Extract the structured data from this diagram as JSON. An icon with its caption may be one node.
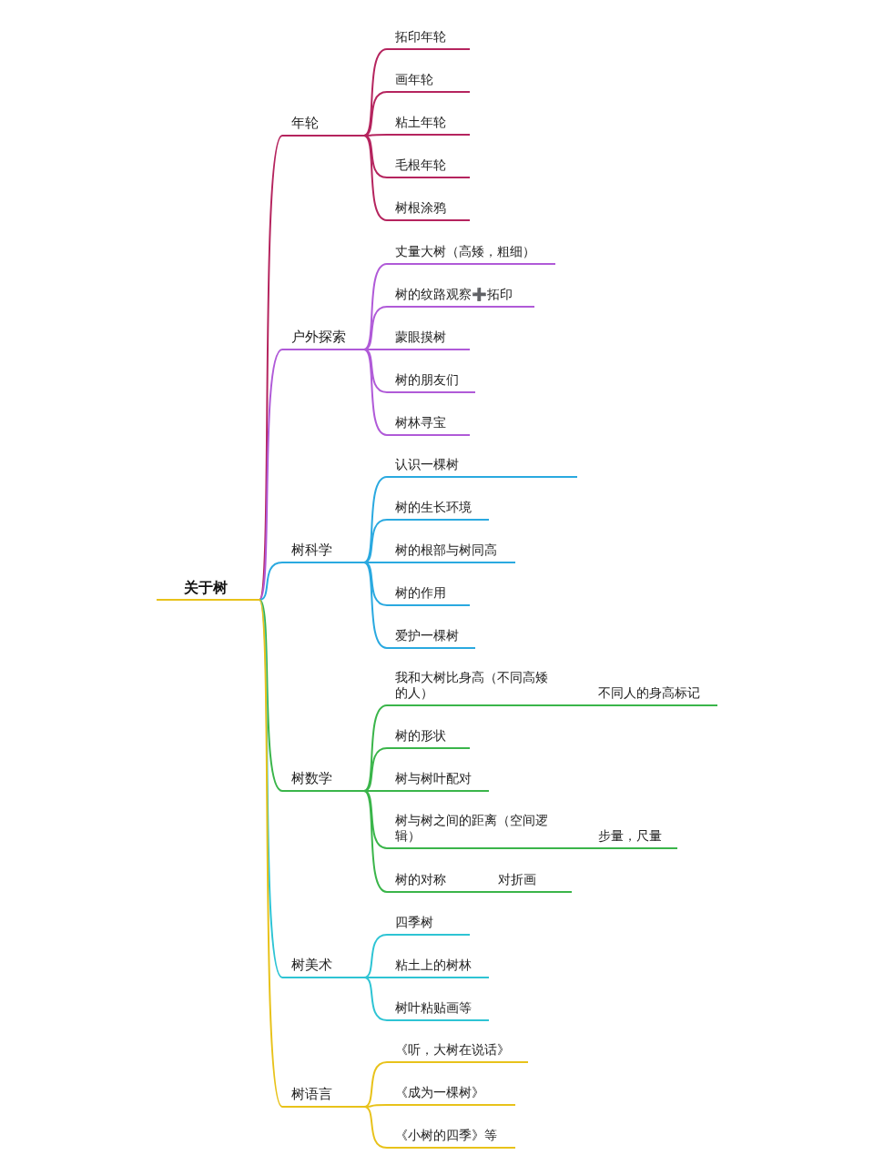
{
  "diagram": {
    "nodes": [
      {
        "text": [
          "关于树"
        ]
      },
      {
        "text": [
          "年轮"
        ]
      },
      {
        "text": [
          "拓印年轮"
        ]
      },
      {
        "text": [
          "画年轮"
        ]
      },
      {
        "text": [
          "粘土年轮"
        ]
      },
      {
        "text": [
          "毛根年轮"
        ]
      },
      {
        "text": [
          "树根涂鸦"
        ]
      },
      {
        "text": [
          "户外探索"
        ]
      },
      {
        "text": [
          "丈量大树（高矮，粗细）"
        ]
      },
      {
        "text": [
          "树的纹路观察➕拓印"
        ]
      },
      {
        "text": [
          "蒙眼摸树"
        ]
      },
      {
        "text": [
          "树的朋友们"
        ]
      },
      {
        "text": [
          "树林寻宝"
        ]
      },
      {
        "text": [
          "树科学"
        ]
      },
      {
        "text": [
          "认识一棵树"
        ]
      },
      {
        "text": [
          "树的生长环境"
        ]
      },
      {
        "text": [
          "树的根部与树同高"
        ]
      },
      {
        "text": [
          "树的作用"
        ]
      },
      {
        "text": [
          "爱护一棵树"
        ]
      },
      {
        "text": [
          "树数学"
        ]
      },
      {
        "text": [
          "我和大树比身高（不同高矮的人）",
          "不同人的身高标记"
        ]
      },
      {
        "text": [
          "树的形状"
        ]
      },
      {
        "text": [
          "树与树叶配对"
        ]
      },
      {
        "text": [
          "树与树之间的距离（空间逻辑）",
          "步量，尺量"
        ]
      },
      {
        "text": [
          "树的对称",
          "对折画"
        ]
      },
      {
        "text": [
          "树美术"
        ]
      },
      {
        "text": [
          "四季树"
        ]
      },
      {
        "text": [
          "粘土上的树林"
        ]
      },
      {
        "text": [
          "树叶粘贴画等"
        ]
      },
      {
        "text": [
          "树语言"
        ]
      },
      {
        "text": [
          "《听，大树在说话》"
        ]
      },
      {
        "text": [
          "《成为一棵树》"
        ]
      },
      {
        "text": [
          "《小树的四季》等"
        ]
      }
    ],
    "edges": [
      {
        "from": 0,
        "to": 1,
        "arrow": "none",
        "color": "#b5245e"
      },
      {
        "from": 1,
        "to": 2,
        "arrow": "none",
        "color": "#b5245e"
      },
      {
        "from": 1,
        "to": 3,
        "arrow": "none",
        "color": "#b5245e"
      },
      {
        "from": 1,
        "to": 4,
        "arrow": "none",
        "color": "#b5245e"
      },
      {
        "from": 1,
        "to": 5,
        "arrow": "none",
        "color": "#b5245e"
      },
      {
        "from": 1,
        "to": 6,
        "arrow": "none",
        "color": "#b5245e"
      },
      {
        "from": 0,
        "to": 7,
        "arrow": "none",
        "color": "#b05ad8"
      },
      {
        "from": 7,
        "to": 8,
        "arrow": "none",
        "color": "#b05ad8"
      },
      {
        "from": 7,
        "to": 9,
        "arrow": "none",
        "color": "#b05ad8"
      },
      {
        "from": 7,
        "to": 10,
        "arrow": "none",
        "color": "#b05ad8"
      },
      {
        "from": 7,
        "to": 11,
        "arrow": "none",
        "color": "#b05ad8"
      },
      {
        "from": 7,
        "to": 12,
        "arrow": "none",
        "color": "#b05ad8"
      },
      {
        "from": 0,
        "to": 13,
        "arrow": "none",
        "color": "#2aa9e0"
      },
      {
        "from": 13,
        "to": 14,
        "arrow": "none",
        "color": "#2aa9e0"
      },
      {
        "from": 13,
        "to": 15,
        "arrow": "none",
        "color": "#2aa9e0"
      },
      {
        "from": 13,
        "to": 16,
        "arrow": "none",
        "color": "#2aa9e0"
      },
      {
        "from": 13,
        "to": 17,
        "arrow": "none",
        "color": "#2aa9e0"
      },
      {
        "from": 13,
        "to": 18,
        "arrow": "none",
        "color": "#2aa9e0"
      },
      {
        "from": 0,
        "to": 19,
        "arrow": "none",
        "color": "#3ab54a"
      },
      {
        "from": 19,
        "to": 20,
        "arrow": "none",
        "color": "#3ab54a"
      },
      {
        "from": 19,
        "to": 21,
        "arrow": "none",
        "color": "#3ab54a"
      },
      {
        "from": 19,
        "to": 22,
        "arrow": "none",
        "color": "#3ab54a"
      },
      {
        "from": 19,
        "to": 23,
        "arrow": "none",
        "color": "#3ab54a"
      },
      {
        "from": 19,
        "to": 24,
        "arrow": "none",
        "color": "#3ab54a"
      },
      {
        "from": 0,
        "to": 25,
        "arrow": "none",
        "color": "#2ec4d4"
      },
      {
        "from": 25,
        "to": 26,
        "arrow": "none",
        "color": "#2ec4d4"
      },
      {
        "from": 25,
        "to": 27,
        "arrow": "none",
        "color": "#2ec4d4"
      },
      {
        "from": 25,
        "to": 28,
        "arrow": "none",
        "color": "#2ec4d4"
      },
      {
        "from": 0,
        "to": 29,
        "arrow": "none",
        "color": "#e8c21a"
      },
      {
        "from": 29,
        "to": 30,
        "arrow": "none",
        "color": "#e8c21a"
      },
      {
        "from": 29,
        "to": 31,
        "arrow": "none",
        "color": "#e8c21a"
      },
      {
        "from": 29,
        "to": 32,
        "arrow": "none",
        "color": "#e8c21a"
      }
    ]
  }
}
